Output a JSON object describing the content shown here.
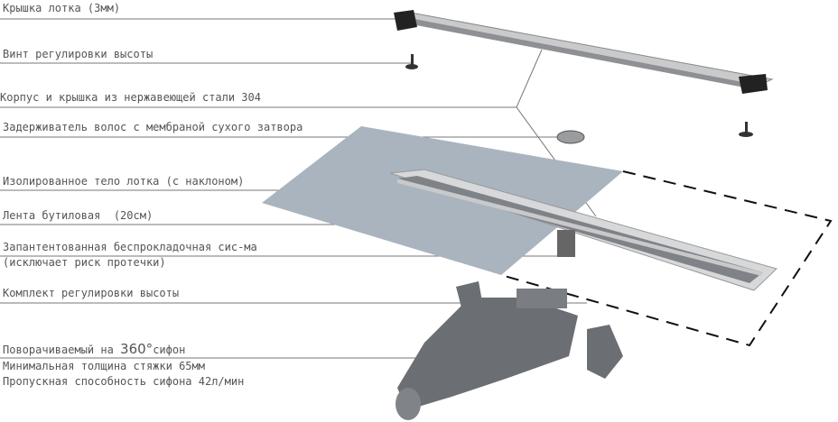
{
  "labels": {
    "cover": "Крышка лотка (3мм)",
    "screw": "Винт регулировки высоты",
    "body_steel": "Корпус и крышка из нержавеющей стали 304",
    "hair_trap": "Задерживатель волос с мембраной сухого затвора",
    "insulated_body": "Изолированное тело лотка (с наклоном)",
    "butyl_tape": "Лента бутиловая  (20см)",
    "patented_line1": "Запантентованная беспрокладочная сис-ма",
    "patented_line2": "(исключает риск протечки)",
    "height_kit": "Комплект регулировки высоты",
    "siphon_prefix": "Поворачиваемый на ",
    "siphon_degrees": "360°",
    "siphon_suffix": "сифон",
    "min_thickness": "Минимальная толщина стяжки 65мм",
    "capacity": "Пропускная способность сифона 42л/мин"
  }
}
